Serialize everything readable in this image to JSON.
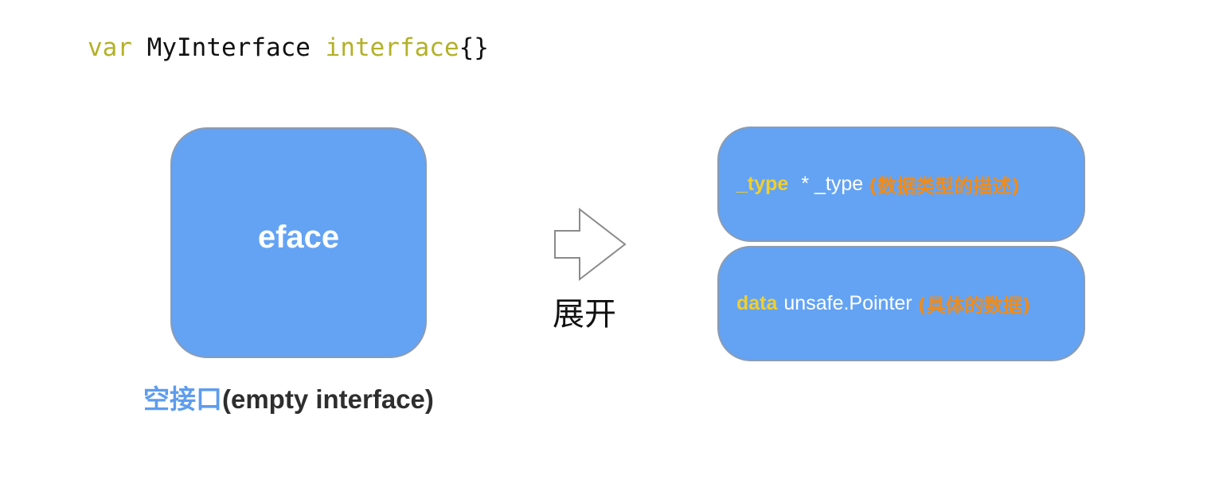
{
  "code": {
    "keyword_var": "var",
    "identifier": "MyInterface",
    "keyword_interface": "interface",
    "braces": "{}"
  },
  "eface": {
    "label": "eface",
    "caption_cn": "空接口",
    "caption_en": "(empty interface)"
  },
  "expand": {
    "label": "展开"
  },
  "fields": [
    {
      "name": "_type",
      "type": "* _type",
      "desc": "(数据类型的描述)"
    },
    {
      "name": "data",
      "type": "unsafe.Pointer",
      "desc": "(具体的数据)"
    }
  ],
  "colors": {
    "box_fill": "#64a3f3",
    "box_border": "#8a9bb3",
    "keyword": "#b3b128",
    "field_name": "#f0cf2e",
    "field_desc": "#f08c1a",
    "caption_cn": "#5e9cee"
  }
}
